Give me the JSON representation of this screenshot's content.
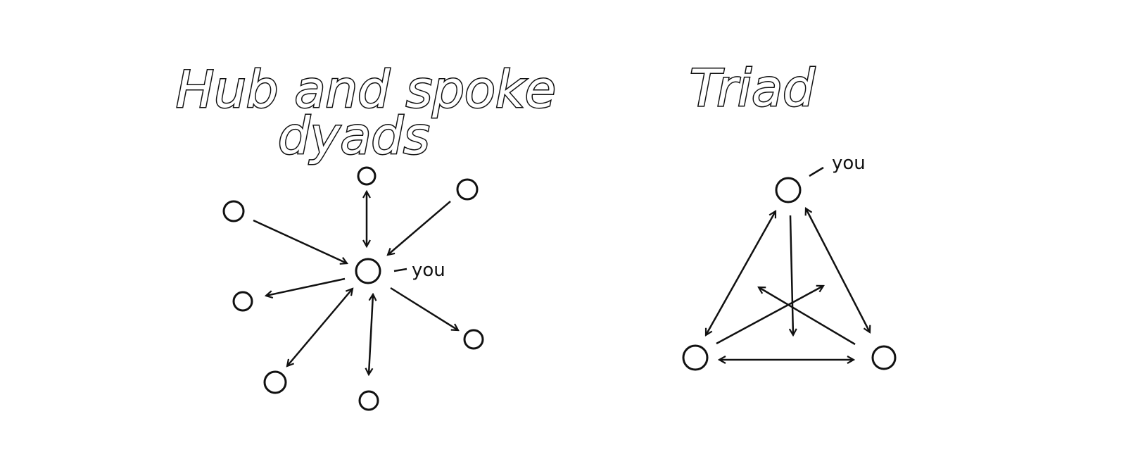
{
  "hub": {
    "title_line1": "Hub and spoke",
    "title_line2": "dyads",
    "you_label": "you"
  },
  "triad": {
    "title": "Triad",
    "you_label": "you"
  },
  "colors": {
    "ink": "#111111",
    "background": "#ffffff"
  }
}
